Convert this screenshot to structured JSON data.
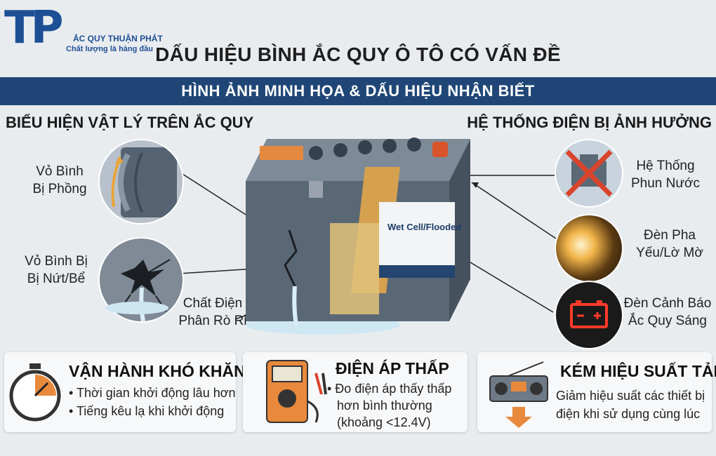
{
  "logo": {
    "mark": "TP",
    "name": "ẮC QUY THUẬN PHÁT",
    "slogan": "Chất lượng là hàng đầu",
    "brand_color": "#1d4f95"
  },
  "title": "DẤU HIỆU BÌNH ẮC QUY Ô TÔ CÓ VẤN ĐỀ",
  "banner": {
    "text": "HÌNH ẢNH MINH HỌA & DẤU HIỆU NHẬN BIẾT",
    "color": "#1f4676"
  },
  "left_section": {
    "heading": "BIỂU HIỆN VẬT LÝ TRÊN ẮC QUY",
    "items": [
      {
        "line1": "Vỏ Bình",
        "line2": "Bị Phồng"
      },
      {
        "line1": "Vỏ Bình Bị",
        "line2": "Bị Nứt/Bể"
      },
      {
        "line1": "Chất Điện",
        "line2": "Phân Rò Rỉ"
      }
    ]
  },
  "right_section": {
    "heading": "HỆ THỐNG ĐIỆN BỊ ẢNH HƯỞNG",
    "items": [
      {
        "line1": "Hệ Thống",
        "line2": "Phun Nước",
        "icon": "engine-crossed-icon"
      },
      {
        "line1": "Đèn Pha",
        "line2": "Yếu/Lờ Mờ",
        "icon": "headlight-icon"
      },
      {
        "line1": "Đèn Cảnh Báo",
        "line2": "Ắc Quy Sáng",
        "icon": "battery-warning-icon"
      }
    ]
  },
  "battery": {
    "label": "Wet Cell/Flooded"
  },
  "cards": [
    {
      "title": "VẬN HÀNH KHÓ KHĂN",
      "lines": [
        "• Thời gian khởi động lâu hơn",
        "• Tiếng kêu lạ khi khởi động"
      ],
      "icon": "stopwatch-icon"
    },
    {
      "title": "ĐIỆN ÁP THẤP",
      "lines": [
        "• Đo điện áp thấy thấp",
        "hơn bình thường",
        "(khoảng <12.4V)"
      ],
      "icon": "multimeter-icon"
    },
    {
      "title": "KÉM HIỆU SUẤT TẢI",
      "lines": [
        "Giảm hiệu suất các thiết bị",
        "điện khi sử dụng cùng lúc"
      ],
      "icon": "radio-icon"
    }
  ]
}
